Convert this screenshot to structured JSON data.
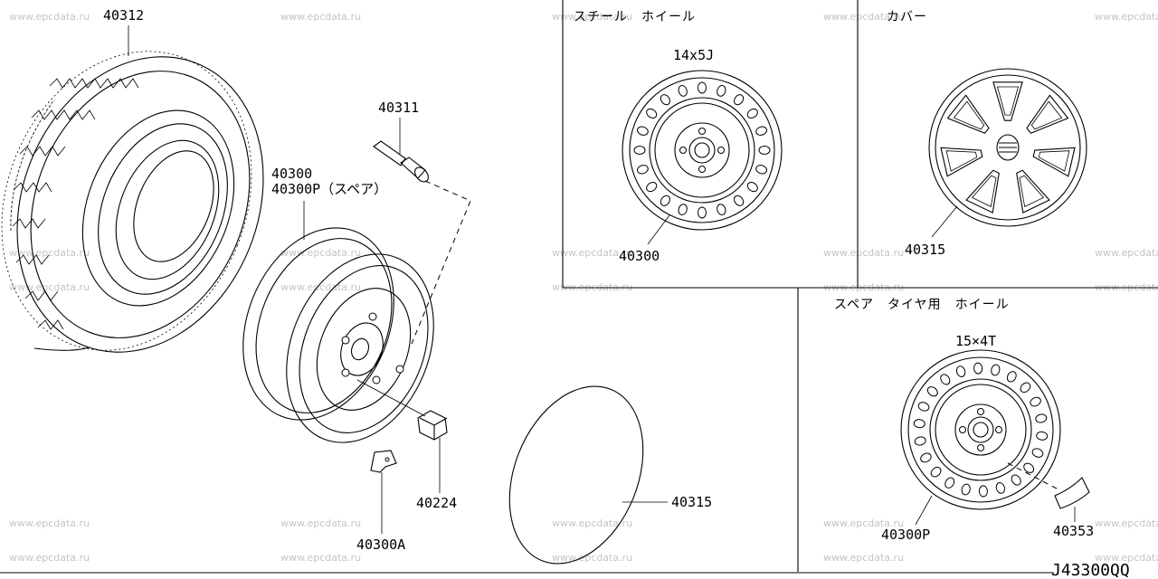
{
  "watermark": "www.epcdata.ru",
  "diagram_code": "J43300QQ",
  "panels": {
    "steel_wheel": {
      "title": "スチール　ホイール",
      "size": "14x5J"
    },
    "cover": {
      "title": "カバー"
    },
    "spare_wheel": {
      "title": "スペア　タイヤ用　ホイール",
      "size": "15×4T"
    }
  },
  "parts": {
    "tire": "40312",
    "valve": "40311",
    "wheel_main": "40300",
    "wheel_spare_label": "40300P（スペア）",
    "nut": "40224",
    "balance_weight": "40300A",
    "cover_disc": "40315",
    "steel_wheel": "40300",
    "cover": "40315",
    "spare_wheel": "40300P",
    "spare_label": "40353"
  }
}
